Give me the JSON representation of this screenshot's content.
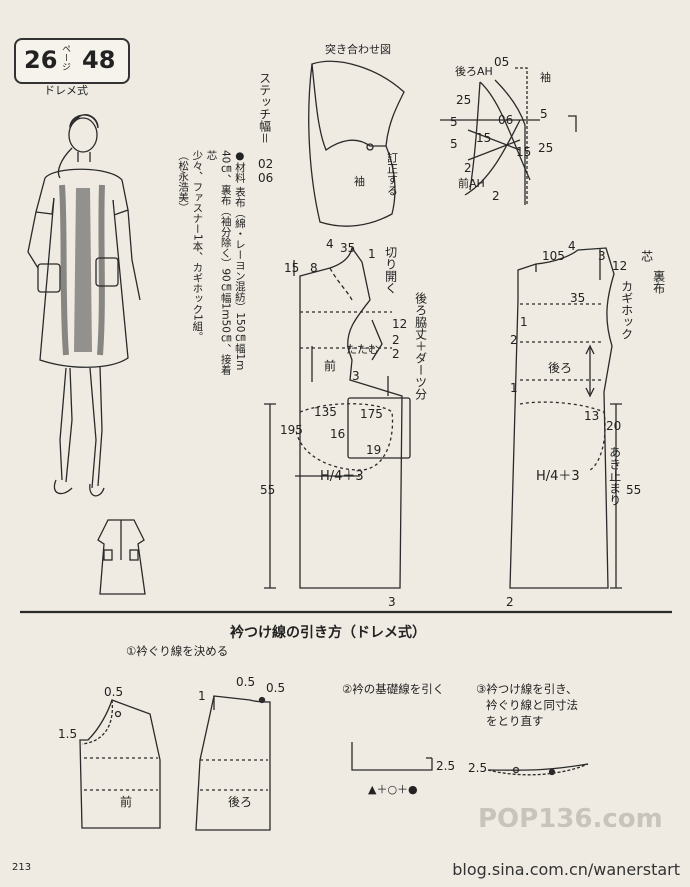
{
  "header": {
    "model_no": "26",
    "page_label": "ページ",
    "page_no": "48",
    "method": "ドレメ式"
  },
  "materials": {
    "heading": "●材料",
    "lines": [
      "表布（綿・レーヨン混紡）150㎝幅1m",
      "40㎝、裏布（袖分除く）90㎝幅1m50㎝、接着芯",
      "少々、ファスナー1本、カギホック1組。"
    ],
    "designer": "（松永浩美）"
  },
  "sleeve": {
    "title": "突き合わせ図",
    "stitch_label": "ステッチ幅＝",
    "stitch_values": [
      "02",
      "06"
    ],
    "correct_label": "訂正する",
    "sleeve_label": "袖"
  },
  "armhole": {
    "back_ah": "後ろAH",
    "front_ah": "前AH",
    "sleeve": "袖",
    "nums": [
      "05",
      "25",
      "5",
      "15",
      "06",
      "5",
      "5",
      "15",
      "25",
      "2",
      "2"
    ]
  },
  "front_pattern": {
    "label": "前",
    "fold": "たたむ",
    "slit": "切り開く",
    "side_note": "後ろ脇丈＋ダーツ分",
    "hip": "H/4＋3",
    "nums": {
      "n4": "4",
      "n35": "35",
      "n1": "1",
      "n15": "15",
      "n8": "8",
      "n12": "12",
      "n2a": "2",
      "n2b": "2",
      "n3": "3",
      "n135": "135",
      "n175": "175",
      "n16": "16",
      "n19": "19",
      "n195": "195",
      "n55": "55",
      "nbottom": "3"
    }
  },
  "back_pattern": {
    "label": "後ろ",
    "lining": "芯",
    "lining2": "裏布",
    "hook": "カギホック",
    "hip": "H/4＋3",
    "zip": "あき止まり",
    "nums": {
      "n105": "105",
      "n4": "4",
      "n3": "3",
      "n12": "12",
      "n35": "35",
      "n1a": "1",
      "n2": "2",
      "n1b": "1",
      "n13": "13",
      "n20": "20",
      "n55": "55",
      "nbottom": "2"
    }
  },
  "collar_section": {
    "title": "衿つけ線の引き方（ドレメ式）",
    "step1": "①衿ぐり線を決める",
    "step2": "②衿の基礎線を引く",
    "step3": [
      "③衿つけ線を引き、",
      "衿ぐり線と同寸法",
      "をとり直す"
    ],
    "front": "前",
    "back": "後ろ",
    "v05a": "0.5",
    "v15": "1.5",
    "v1": "1",
    "v05b": "0.5",
    "v05c": "0.5",
    "v25a": "2.5",
    "v25b": "2.5",
    "formula": "▲＋○＋●"
  },
  "footer": {
    "page": "213",
    "watermark": "blog.sina.com.cn/wanerstart",
    "logo": "POP136.com"
  }
}
